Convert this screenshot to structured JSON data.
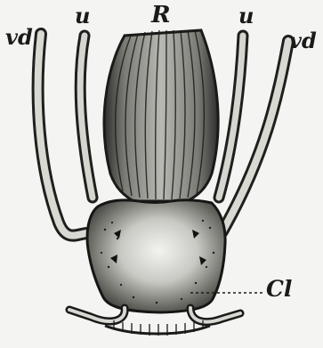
{
  "figure": {
    "labels": {
      "vd_left": "vd",
      "u_left": "u",
      "R": "R",
      "u_right": "u",
      "vd_right": "vd",
      "Cl": "Cl"
    }
  }
}
